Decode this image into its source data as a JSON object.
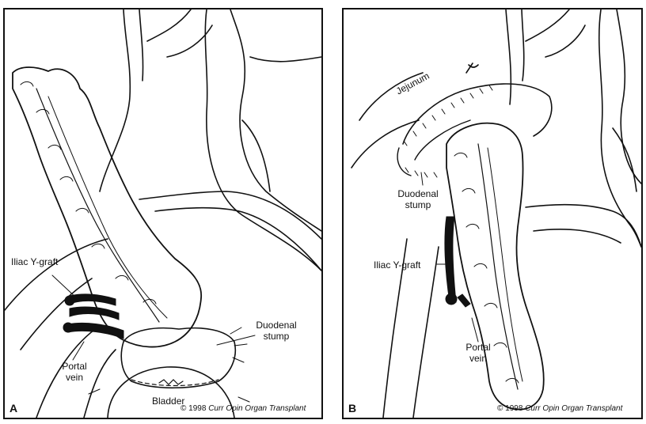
{
  "panels": [
    {
      "letter": "A",
      "labels": {
        "iliac_y_graft": "Iliac Y-graft",
        "portal_vein_line1": "Portal",
        "portal_vein_line2": "vein",
        "duodenal_stump_line1": "Duodenal",
        "duodenal_stump_line2": "stump",
        "bladder": "Bladder"
      },
      "copyright_prefix": "© 1998",
      "copyright_journal": "Curr Opin Organ Transplant"
    },
    {
      "letter": "B",
      "labels": {
        "jejunum": "Jejunum",
        "duodenal_stump_line1": "Duodenal",
        "duodenal_stump_line2": "stump",
        "iliac_y_graft": "Iliac Y-graft",
        "portal_vein_line1": "Portal",
        "portal_vein_line2": "vein"
      },
      "copyright_prefix": "© 1998",
      "copyright_journal": "Curr Opin Organ Transplant"
    }
  ]
}
